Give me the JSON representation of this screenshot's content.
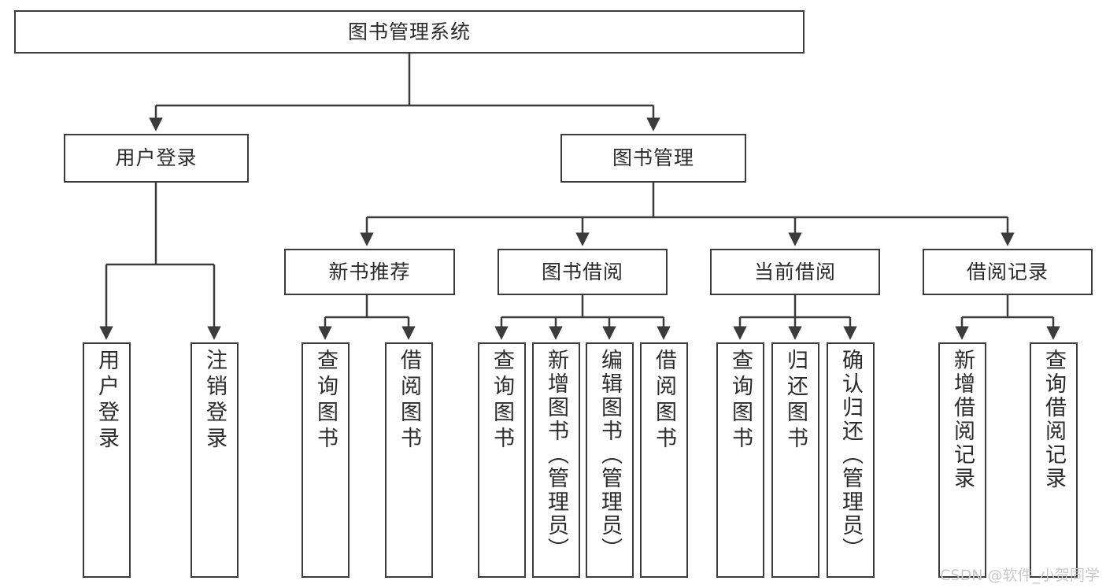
{
  "diagram": {
    "title": "图书管理系统",
    "type": "tree-diagram",
    "colors": {
      "box_border": "#3b3b3b",
      "box_fill": "#ffffff",
      "edge": "#3b3b3b",
      "text": "#2b2b2b",
      "watermark": "#c9c9c9"
    }
  },
  "root": {
    "label": "图书管理系统"
  },
  "level2": [
    {
      "label": "用户登录"
    },
    {
      "label": "图书管理"
    }
  ],
  "level3": [
    {
      "label": "新书推荐"
    },
    {
      "label": "图书借阅"
    },
    {
      "label": "当前借阅"
    },
    {
      "label": "借阅记录"
    }
  ],
  "leaves": {
    "user_login": [
      {
        "label": "用户登录"
      },
      {
        "label": "注销登录"
      }
    ],
    "new_book_recommend": [
      {
        "label": "查询图书"
      },
      {
        "label": "借阅图书"
      }
    ],
    "book_borrow": [
      {
        "label": "查询图书"
      },
      {
        "label": "新增图书（管理员）"
      },
      {
        "label": "编辑图书（管理员）"
      },
      {
        "label": "借阅图书"
      }
    ],
    "current_borrow": [
      {
        "label": "查询图书"
      },
      {
        "label": "归还图书"
      },
      {
        "label": "确认归还（管理员）"
      }
    ],
    "borrow_record": [
      {
        "label": "新增借阅记录"
      },
      {
        "label": "查询借阅记录"
      }
    ]
  },
  "watermark": {
    "text": "CSDN @软件_小贺同学"
  }
}
